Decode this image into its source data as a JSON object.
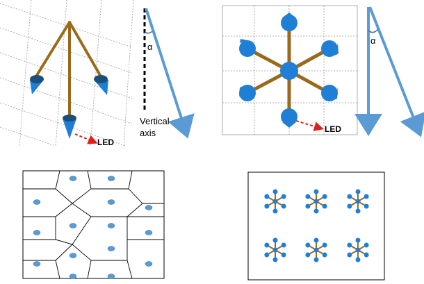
{
  "labels": {
    "led_left": "LED",
    "led_right": "LED",
    "alpha_left": "α",
    "alpha_right": "α",
    "vertical_axis_line1": "Vertical",
    "vertical_axis_line2": "axis"
  },
  "colors": {
    "led_blue": "#1f7fd6",
    "led_dark": "#1b4f7a",
    "rod_brown": "#9a6a1c",
    "axis_blue": "#5b9bd5",
    "pointer_red": "#e0201b",
    "hex_dot": "#5b9bd5",
    "grid_gray": "#9a9a9a"
  },
  "icons": {
    "led_cone": "cone-icon",
    "arrow": "arrow-icon"
  }
}
